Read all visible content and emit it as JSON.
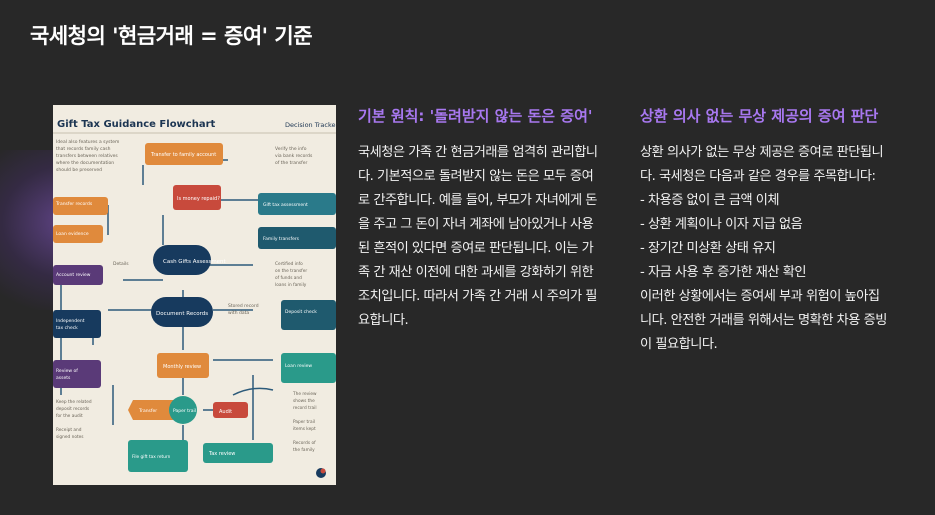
{
  "title": "국세청의 '현금거래 = 증여' 기준",
  "section_1": {
    "heading": "기본 원칙: '돌려받지 않는 돈은 증여'",
    "body": "국세청은 가족 간 현금거래를 엄격히 관리합니다. 기본적으로 돌려받지 않는 돈은 모두 증여로 간주합니다. 예를 들어, 부모가 자녀에게 돈을 주고 그 돈이 자녀 계좌에 남아있거나 사용된 흔적이 있다면 증여로 판단됩니다. 이는 가족 간 재산 이전에 대한 과세를 강화하기 위한 조치입니다. 따라서 가족 간 거래 시 주의가 필요합니다."
  },
  "section_2": {
    "heading": "상환 의사 없는 무상 제공의 증여 판단",
    "intro": "상환 의사가 없는 무상 제공은 증여로 판단됩니다. 국세청은 다음과 같은 경우를 주목합니다:",
    "items": [
      "- 차용증 없이 큰 금액 이체",
      "- 상환 계획이나 이자 지급 없음",
      "- 장기간 미상환 상태 유지",
      "- 자금 사용 후 증가한 재산 확인"
    ],
    "outro": "이러한 상황에서는 증여세 부과 위험이 높아집니다. 안전한 거래를 위해서는 명확한 차용 증빙이 필요합니다."
  },
  "figure": {
    "title": "Gift Tax Guidance Flowchart",
    "title_right": "Decision Tracker",
    "nodes": {
      "top": "Transfer to family account",
      "red": "Is money repaid?",
      "center": "Cash Gifts Assessment",
      "hub": "Document Records",
      "orange_mid": "Monthly review",
      "teal_left": "Paper trail",
      "red_small": "Audit",
      "bottom_teal": "File gift tax return",
      "bottom_right": "Tax review"
    },
    "colors": {
      "navy": "#173a5e",
      "orange": "#e08a3c",
      "red": "#c84a3c",
      "teal": "#2a9a8a",
      "purple": "#5a3a78"
    }
  }
}
